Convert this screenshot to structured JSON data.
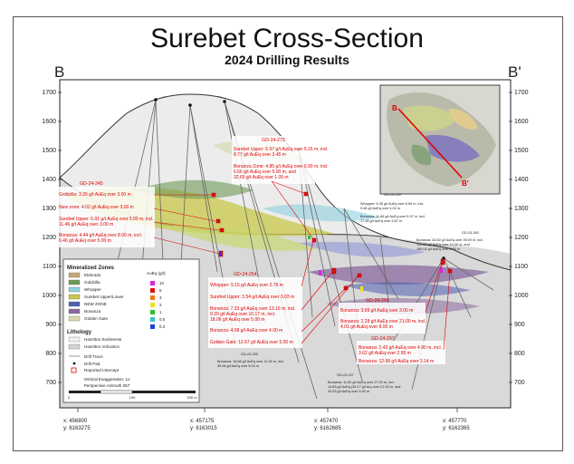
{
  "title": "Surebet Cross-Section",
  "subtitle": "2024 Drilling Results",
  "section_start": "B",
  "section_end": "B'",
  "elevation_ticks": [
    "1700",
    "1600",
    "1500",
    "1400",
    "1300",
    "1200",
    "1100",
    "1000",
    "900",
    "800",
    "700"
  ],
  "inset_labels": {
    "b_start": "B",
    "b_end": "B'"
  },
  "coordinate_ticks": [
    {
      "x": "x: 456800",
      "y": "y: 6163275"
    },
    {
      "x": "x: 457175",
      "y": "y: 6163015"
    },
    {
      "x": "x: 457470",
      "y": "y: 6162685"
    },
    {
      "x": "x: 457770",
      "y": "y: 6162365"
    }
  ],
  "red_callouts": {
    "gd273": {
      "hole": "GD-24-273",
      "lines": [
        "Surebet Upper: 5.97 g/t AuEq over 5.15 m, incl.",
        "8.77 g/t AuEq over 3.45 m",
        "",
        "Bonanza Zone: 4.85 g/t AuEq over 6.90 m, incl.",
        "6.66 g/t AuEq over 5.00 m, and",
        "32.65 g/t AuEq over 1.05 m"
      ]
    },
    "gd245": {
      "hole": "GD-24-245",
      "lines": [
        "Goldzilla: 3.39 g/t AuEq over 3.00 m",
        "",
        "New zone: 4.02 g/t AuEq over 3.00 m",
        "",
        "Surebet Upper: 6.91 g/t AuEq over 5.00 m, incl.",
        "11.46 g/t AuEq over 3.00 m",
        "",
        "Bonanza: 4.44 g/t AuEq over 8.00 m, incl.",
        "6.46 g/t AuEq over 5.00 m"
      ]
    },
    "gd254": {
      "hole": "GD-24-254",
      "lines": [
        "Whopper: 5.15 g/t AuEq over 2.76 m",
        "",
        "Surebet Upper: 3.54 g/t AuEq over 3.03 m",
        "",
        "Bonanza: 7.33 g/t AuEq over 13.10 m, incl.",
        "9.39 g/t AuEq over 10.17 m, incl.",
        "18.06 g/t AuEq over 5.00 m",
        "",
        "Bonanza: 4.08 g/t AuEq over 4.00 m",
        "",
        "Golden Gate: 12.67 g/t AuEq over 5.00 m"
      ]
    },
    "gd264": {
      "hole": "GD-24-264",
      "lines": [
        "Bonanza: 3.09 g/t AuEq over 3.00 m",
        "",
        "Bonanza: 2.28 g/t AuEq over 21.00 m, incl.",
        "4.01 g/t AuEq over 8.00 m"
      ]
    },
    "gd297": {
      "hole": "GD-24-297",
      "lines": [
        "Bonanza: 2.42 g/t AuEq over 4.90 m, incl.",
        "3.62 g/t AuEq over 2.95 m",
        "",
        "Bonanza: 12.68 g/t AuEq over 3.14 m"
      ]
    }
  },
  "black_callouts": {
    "gd250": {
      "hole": "GD-24-250",
      "lines": [
        "Whopper: 6.35 g/t AuEq over 6.69 m, incl.",
        "9.48 g/t AuEq over 4.01 m",
        "",
        "Bonanza: 11.66 g/t AuEq over 5.37 m, incl.",
        "17.48 g/t AuEq over 3.67 m"
      ]
    },
    "gd260": {
      "hole": "GD-24-260",
      "lines": [
        "Bonanza: 34.52 g/t AuEq over 39.00 m, incl.",
        "132.60 g/t AuEq over 10.00 m, and",
        "166.04 g/t AuEq over 8.00 m"
      ]
    },
    "gd235": {
      "hole": "GD-24-235",
      "lines": [
        "Bonanza: 15.88 g/t AuEq over 11.90 m, incl.",
        "35.06 g/t AuEq over 5.24 m"
      ]
    },
    "gd197": {
      "hole": "GD-23-197",
      "lines": [
        "Bonanza: 11.60 g/t AuEq over 27.00 m, incl.",
        "14.83 g/t AuEq (34.17 g/t Au) over 21.00 m, and",
        "34.03 g/t AuEq over 9.00 m"
      ]
    }
  },
  "legend": {
    "mineralized_title": "Mineralized Zones",
    "zones": [
      {
        "name": "Eldorado",
        "color": "#c9a77a"
      },
      {
        "name": "Goldzilla",
        "color": "#6e9a58"
      },
      {
        "name": "Whopper",
        "color": "#8fd0e0"
      },
      {
        "name": "Surebet Upper/Lower",
        "color": "#c8c84a"
      },
      {
        "name": "NEW ZONE",
        "color": "#4f5fb0"
      },
      {
        "name": "Bonanza",
        "color": "#8a6aa0"
      },
      {
        "name": "Golden Gate",
        "color": "#d6d8a8"
      }
    ],
    "grade_title": "AuEq (g/t)",
    "grades": [
      {
        "value": "10",
        "color": "#e020e0"
      },
      {
        "value": "5",
        "color": "#e01010"
      },
      {
        "value": "3",
        "color": "#f07a10"
      },
      {
        "value": "2",
        "color": "#f0e020"
      },
      {
        "value": "1",
        "color": "#30c030"
      },
      {
        "value": "0.5",
        "color": "#30c8c8"
      },
      {
        "value": "0.3",
        "color": "#2040e0"
      }
    ],
    "lithology_title": "Lithology",
    "lithology": [
      {
        "name": "Hazelton Sediments",
        "color": "#f0f0f0"
      },
      {
        "name": "Hazelton Volcanics",
        "color": "#d4d4d4"
      }
    ],
    "drill_trace": "Drill Trace",
    "drill_pad": "Drill Pad",
    "reported_intercept": "Reported Intercept",
    "exaggeration": "Vertical Exaggeration: 1x",
    "azimuth": "Perspective Azimuth 057",
    "scale_0": "0",
    "scale_100": "100",
    "scale_200": "200 m"
  },
  "colors": {
    "callout_red": "#e00000",
    "topo_fill": "#e8e8e8",
    "lower_fill": "#dcdcdc"
  }
}
